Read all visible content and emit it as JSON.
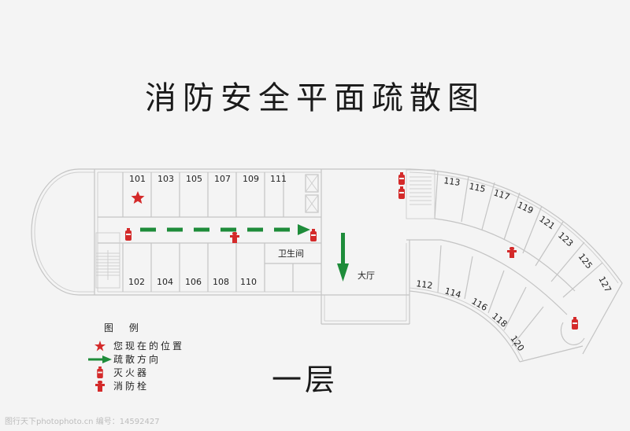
{
  "title": "消防安全平面疏散图",
  "floor_label": "一层",
  "rooms_north": [
    "101",
    "103",
    "105",
    "107",
    "109",
    "111"
  ],
  "rooms_south": [
    "102",
    "104",
    "106",
    "108",
    "110"
  ],
  "rooms_curve_outer": [
    "113",
    "115",
    "117",
    "119",
    "121",
    "123",
    "125",
    "127"
  ],
  "rooms_curve_inner": [
    "112",
    "114",
    "116",
    "118",
    "120"
  ],
  "areas": {
    "restroom": "卫生间",
    "lobby": "大厅"
  },
  "legend": {
    "title": "图 例",
    "items": [
      {
        "icon": "star-icon",
        "label": "您现在的位置"
      },
      {
        "icon": "arrow-right-icon",
        "label": "疏散方向"
      },
      {
        "icon": "fire-extinguisher-icon",
        "label": "灭火器"
      },
      {
        "icon": "fire-hydrant-icon",
        "label": "消防栓"
      }
    ]
  },
  "colors": {
    "marker_red": "#d42a2a",
    "evac_green": "#1e8c3a",
    "wall": "#c4c4c4"
  },
  "watermark": "图行天下photophoto.cn  编号：14592427"
}
